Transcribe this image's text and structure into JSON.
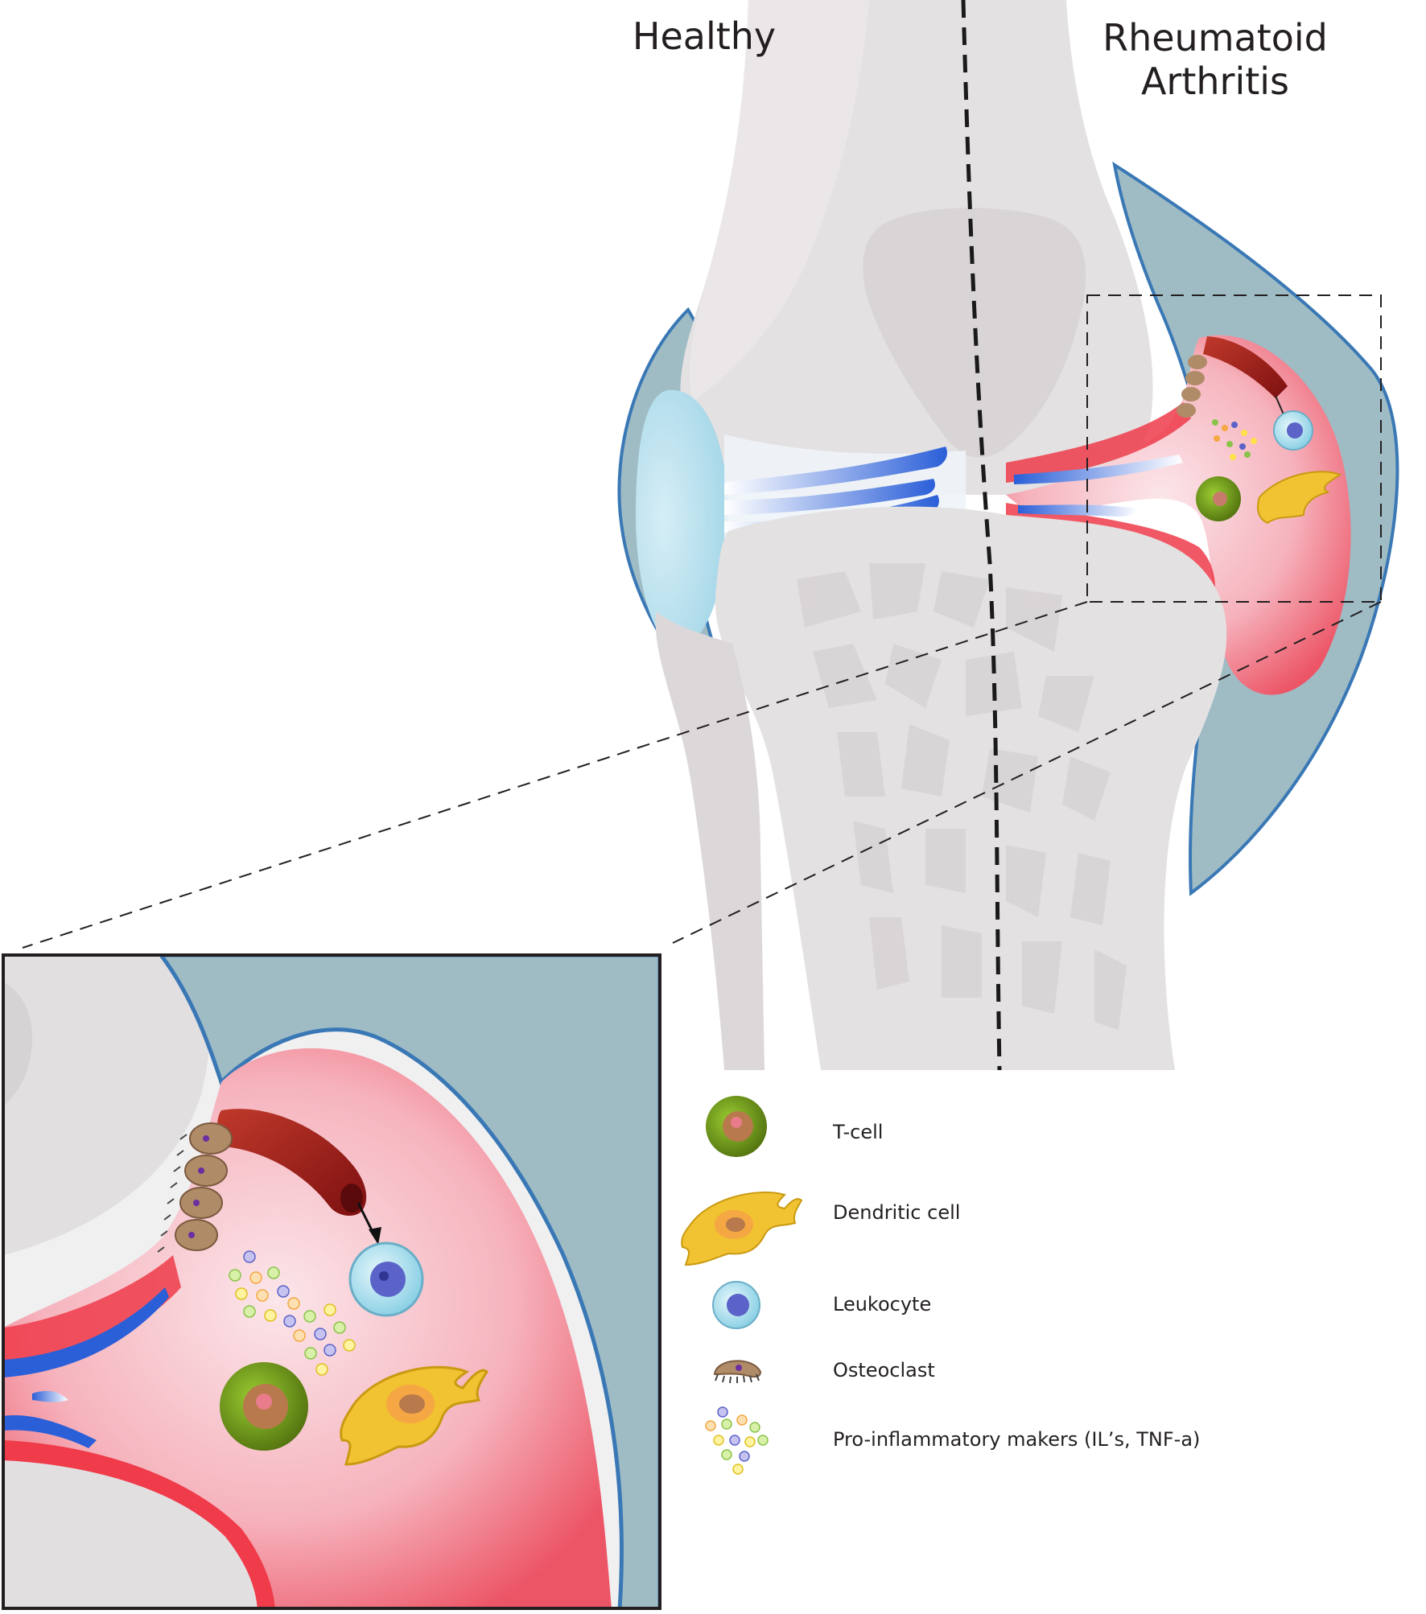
{
  "titles": {
    "healthy": "Healthy",
    "ra_line1": "Rheumatoid",
    "ra_line2": "Arthritis"
  },
  "legend": [
    {
      "key": "t-cell",
      "label": "T-cell"
    },
    {
      "key": "dendritic-cell",
      "label": "Dendritic cell"
    },
    {
      "key": "leukocyte",
      "label": "Leukocyte"
    },
    {
      "key": "osteoclast",
      "label": "Osteoclast"
    },
    {
      "key": "pro-inflammatory-markers",
      "label": "Pro-inflammatory makers (IL’s, TNF-a)"
    }
  ],
  "colors": {
    "bone": "#e4e1e2",
    "capsule": "#9fbcc5",
    "capsule_outline": "#3a78b5",
    "healthy_fluid": "#b3dcea",
    "cartilage_blue": "#2b5fd8",
    "inflammation": "#ee5a6a",
    "vessel": "#a3201e",
    "t_cell": "#5b7d12",
    "dendritic_cell": "#f1c232",
    "leukocyte": "#9fdbec",
    "osteoclast": "#b08b67"
  }
}
